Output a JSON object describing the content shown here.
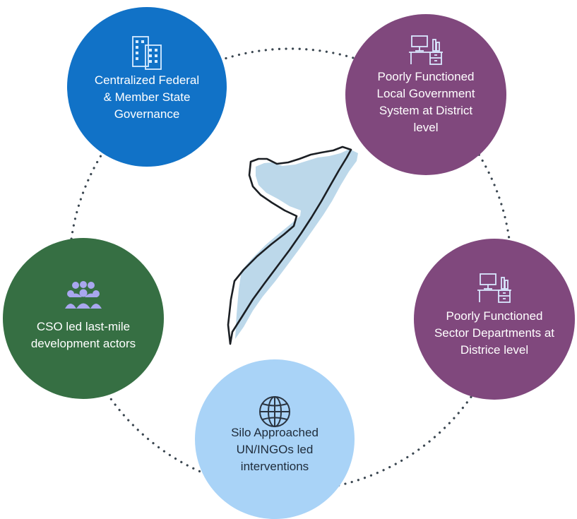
{
  "nodes": [
    {
      "label": "Centralized Federal & Member State Governance",
      "icon": "buildings-icon",
      "color": "#1172c7"
    },
    {
      "label": "Poorly Functioned Local Government System at District level",
      "icon": "office-desk-icon",
      "color": "#80487d"
    },
    {
      "label": "Poorly Functioned Sector Departments at Districe level",
      "icon": "office-desk-icon",
      "color": "#80487d"
    },
    {
      "label": "Silo Approached UN/INGOs led interventions",
      "icon": "globe-icon",
      "color": "#a9d3f7"
    },
    {
      "label": "CSO led last-mile development actors",
      "icon": "people-group-icon",
      "color": "#366f43"
    }
  ],
  "center": {
    "icon": "somalia-map-icon",
    "fill": "#bcd8ea"
  },
  "connector": {
    "style": "dotted",
    "color": "#3a4650"
  }
}
